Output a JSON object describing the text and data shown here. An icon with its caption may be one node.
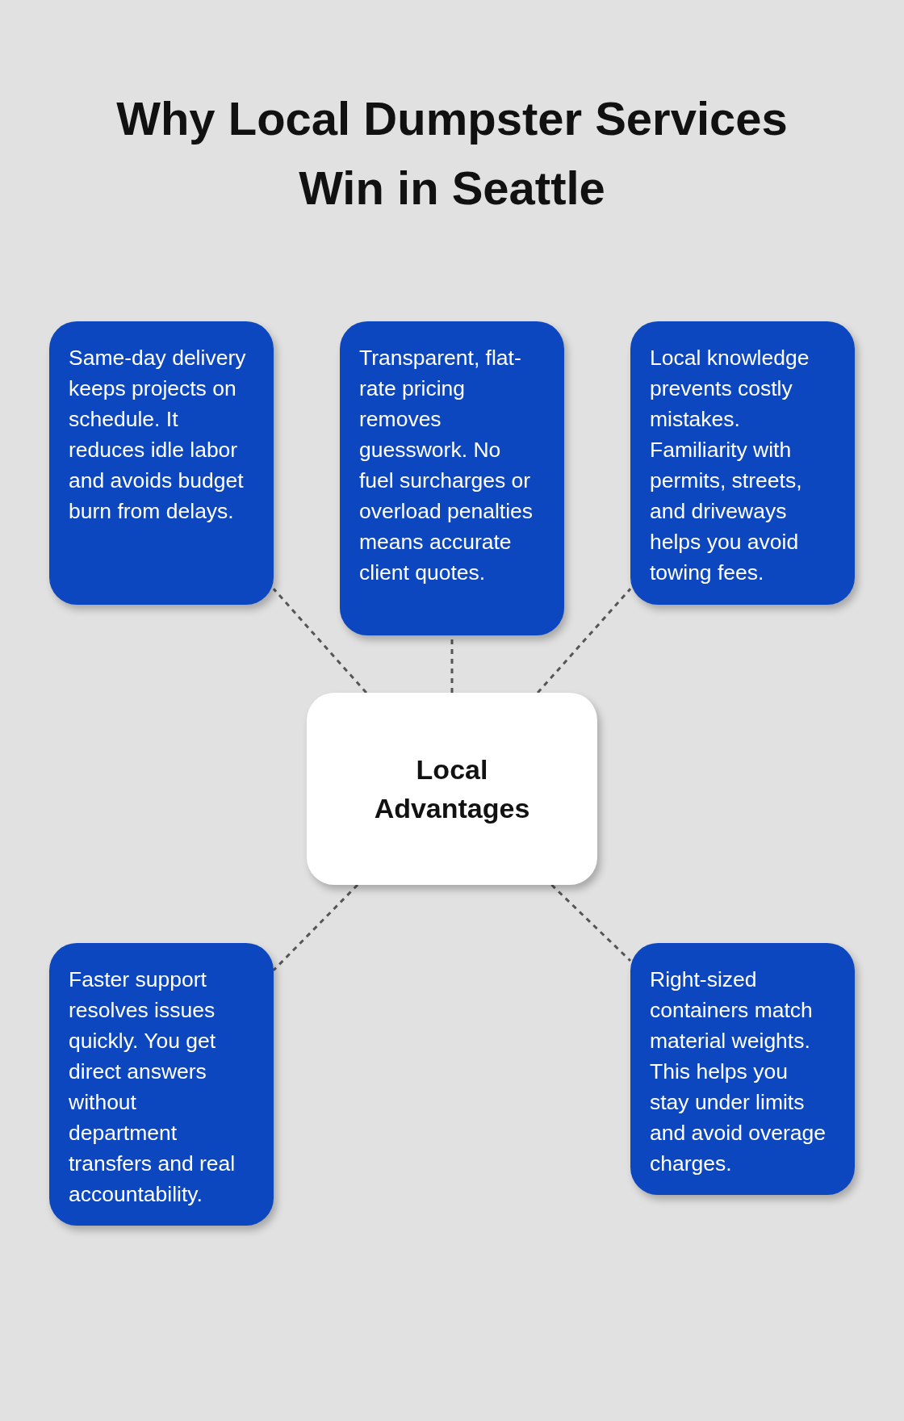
{
  "diagram": {
    "title": "Why Local Dumpster Services Win in Seattle",
    "nodes": [
      {
        "text": [
          "Same-day delivery keeps projects on schedule. It reduces idle labor and avoids budget burn from delays."
        ]
      },
      {
        "text": [
          "Transparent, flat-rate pricing removes guesswork. No fuel surcharges or overload penalties means accurate client quotes."
        ]
      },
      {
        "text": [
          "Local knowledge prevents costly mistakes. Familiarity with permits, streets, and driveways helps you avoid towing fees."
        ]
      },
      {
        "text": [
          "Local Advantages"
        ]
      },
      {
        "text": [
          "Faster support resolves issues quickly. You get direct answers without department transfers and real accountability."
        ]
      },
      {
        "text": [
          "Right-sized containers match material weights. This helps you stay under limits and avoid overage charges."
        ]
      }
    ],
    "edges": [
      {
        "from": 3,
        "to": 0,
        "arrow": "none",
        "style": "dashed"
      },
      {
        "from": 3,
        "to": 1,
        "arrow": "none",
        "style": "dashed"
      },
      {
        "from": 3,
        "to": 2,
        "arrow": "none",
        "style": "dashed"
      },
      {
        "from": 3,
        "to": 4,
        "arrow": "none",
        "style": "dashed"
      },
      {
        "from": 3,
        "to": 5,
        "arrow": "none",
        "style": "dashed"
      }
    ]
  }
}
